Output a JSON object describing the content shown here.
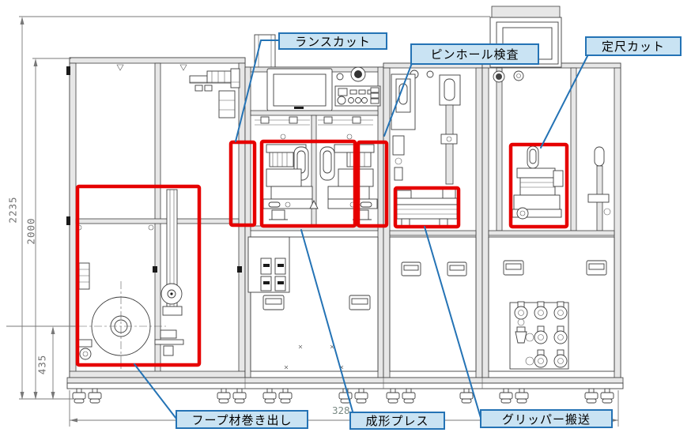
{
  "callouts": {
    "lance_cut": "ランスカット",
    "pinhole_inspection": "ピンホール検査",
    "fixed_length_cut": "定尺カット",
    "hoop_unwind": "フープ材巻き出し",
    "forming_press": "成形プレス",
    "gripper_transfer": "グリッパー搬送"
  },
  "dimensions": {
    "overall_height_mm": "2235",
    "enclosure_height_mm": "2000",
    "reel_center_height_mm": "435",
    "overall_width_partial": "328"
  },
  "colors": {
    "callout_fill": "#c9e3f3",
    "callout_border": "#2473b5",
    "leader_line": "#2473b5",
    "highlight_box": "#e60000",
    "drawing_line": "#3f3f3f",
    "dimension_text": "#707070"
  }
}
